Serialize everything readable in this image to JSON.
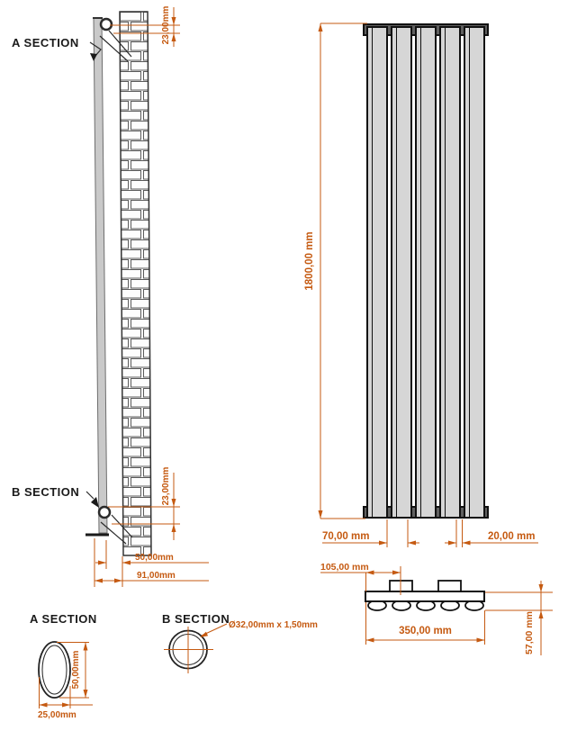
{
  "side_view": {
    "label_a": "A SECTION",
    "label_b": "B SECTION",
    "dim_bracket_top": "23,00mm",
    "dim_bracket_bottom": "23,00mm",
    "dim_50": "50,00mm",
    "dim_91": "91,00mm"
  },
  "front_view": {
    "dim_height": "1800,00 mm",
    "dim_panel": "70,00 mm",
    "dim_gap": "20,00 mm"
  },
  "top_view": {
    "dim_connection": "105,00 mm",
    "dim_width": "350,00 mm",
    "dim_depth": "57,00 mm"
  },
  "sections": {
    "label_a": "A SECTION",
    "label_b": "B SECTION",
    "dim_a_height": "50,00mm",
    "dim_a_width": "25,00mm",
    "dim_b_tube": "Ø32,00mm x 1,50mm"
  },
  "colors": {
    "dimension_orange": "#C55A11",
    "panel_fill": "#D6D6D6",
    "panel_side_fill": "#C9C9C9",
    "header_fill": "#606060",
    "outline": "#111111",
    "background": "#ffffff"
  }
}
